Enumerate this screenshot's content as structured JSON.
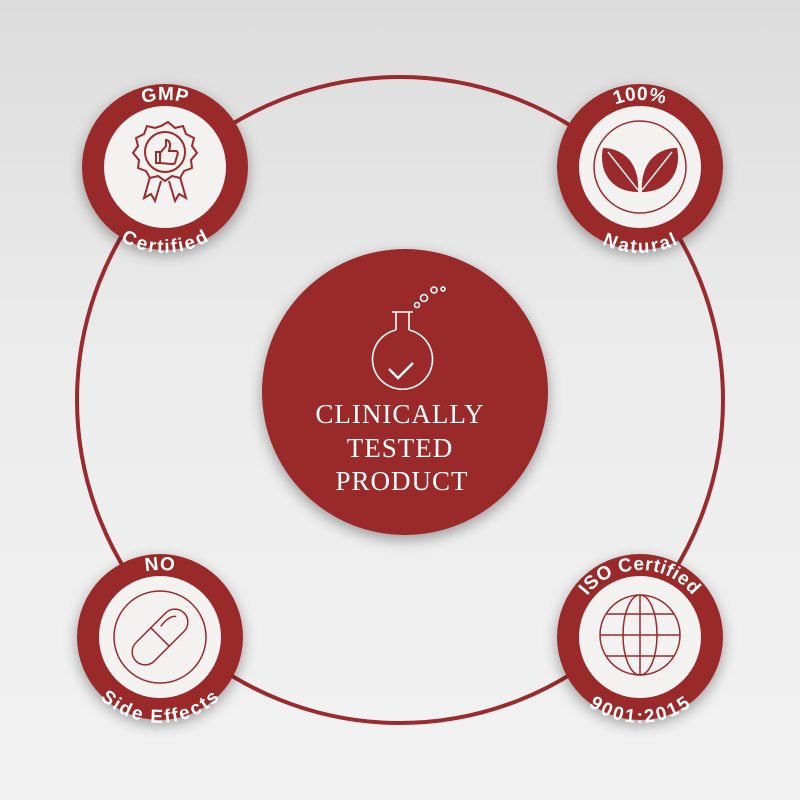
{
  "colors": {
    "accent": "#9a2a2c",
    "badge_inner": "#f4f2f1",
    "background": "#ececec",
    "text_on_accent": "#ffffff"
  },
  "center": {
    "icon": "flask-check-icon",
    "line1": "CLINICALLY",
    "line2": "TESTED",
    "line3": "PRODUCT"
  },
  "badges": {
    "gmp": {
      "top": "GMP",
      "bottom": "Certified",
      "icon": "award-rosette-thumbs-up-icon"
    },
    "natural": {
      "top": "100%",
      "bottom": "Natural",
      "icon": "leaves-icon"
    },
    "side_effects": {
      "top": "NO",
      "bottom": "Side Effects",
      "icon": "capsule-icon"
    },
    "iso": {
      "top": "ISO Certified",
      "bottom": "9001:2015",
      "icon": "globe-icon"
    }
  }
}
